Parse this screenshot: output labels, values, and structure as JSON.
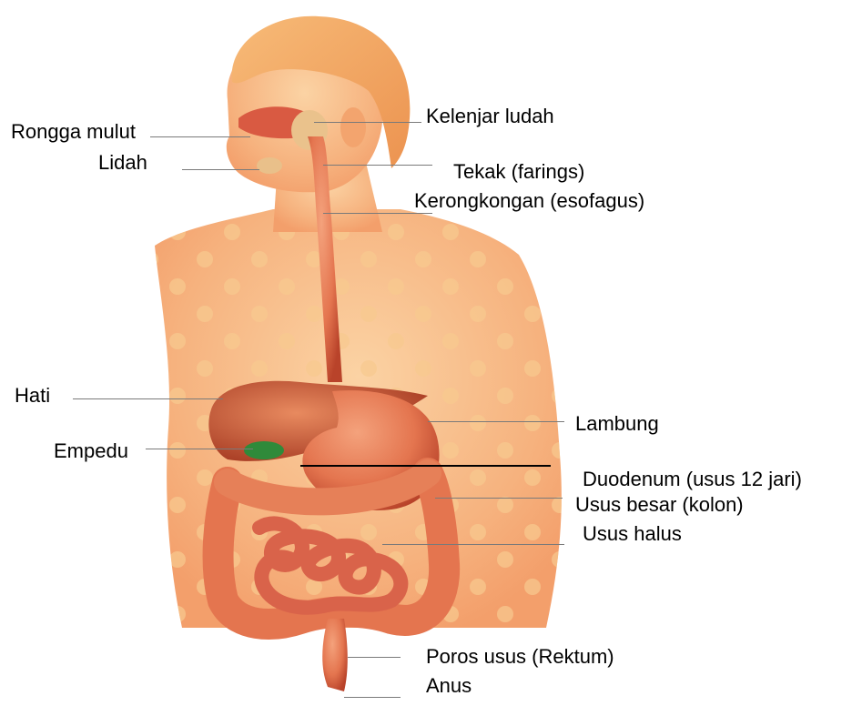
{
  "labels": {
    "rongga_mulut": "Rongga mulut",
    "lidah": "Lidah",
    "kelenjar_ludah": "Kelenjar ludah",
    "tekak": "Tekak  (farings)",
    "kerongkongan": "Kerongkongan  (esofagus)",
    "hati": "Hati",
    "lambung": "Lambung",
    "empedu": "Empedu",
    "duodenum": "Duodenum (usus 12 jari)",
    "usus_besar": "Usus besar (kolon)",
    "usus_halus": "Usus halus",
    "rektum": "Poros usus (Rektum)",
    "anus": "Anus"
  },
  "colors": {
    "skin": "#f6b27e",
    "skin_spots": "#f7c58a",
    "hair": "#f3a864",
    "organ": "#e4754f",
    "organ_dark": "#b9432a",
    "gallbladder": "#2f8a3a",
    "leader": "#7a7a7a"
  }
}
